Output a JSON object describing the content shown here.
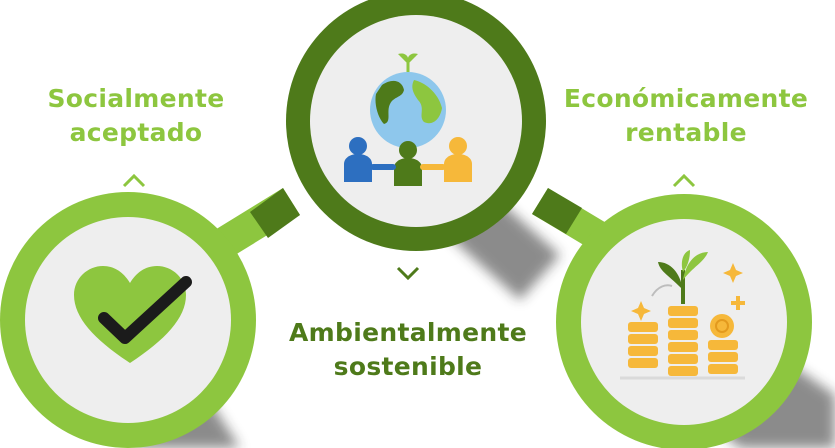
{
  "labels": {
    "social": {
      "line1": "Socialmente",
      "line2": "aceptado"
    },
    "environmental": {
      "line1": "Ambientalmente",
      "line2": "sostenible"
    },
    "economic": {
      "line1": "Económicamente",
      "line2": "rentable"
    }
  },
  "colors": {
    "lime": "#8DC63F",
    "dark_green": "#4E7A1A",
    "inner_circle": "#EEEEEE",
    "check": "#1B1B1B",
    "gold": "#F6B83A",
    "blue_person": "#2D6FC0"
  },
  "icons": {
    "social": "heart-check-icon",
    "environmental": "globe-people-sprout-icon",
    "economic": "coins-plant-icon"
  }
}
